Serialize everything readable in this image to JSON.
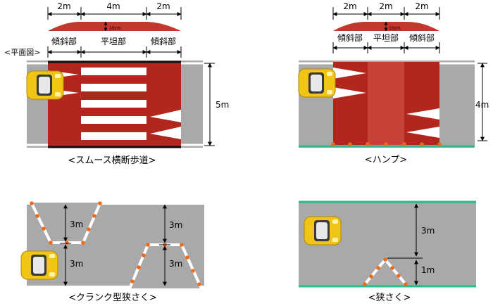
{
  "smooth_crosswalk": {
    "caption": "<スムース横断歩道>",
    "plan_label": "<平面図>",
    "dims_top": [
      "2m",
      "4m",
      "2m"
    ],
    "hump_height": "10cm",
    "sections": [
      "傾斜部",
      "平坦部",
      "傾斜部"
    ],
    "road_width": "5m"
  },
  "hump": {
    "caption": "<ハンプ>",
    "dims_top": [
      "2m",
      "2m",
      "2m"
    ],
    "hump_height": "10cm",
    "sections": [
      "傾斜部",
      "平坦部",
      "傾斜部"
    ],
    "road_width": "4m"
  },
  "crank": {
    "caption": "<クランク型狭さく>",
    "dims": [
      "3m",
      "3m",
      "3m",
      "3m"
    ]
  },
  "narrowing": {
    "caption": "<狭さく>",
    "dims": [
      "3m",
      "1m"
    ]
  },
  "colors": {
    "road": "#a9a9a9",
    "red": "#b3261e",
    "green": "#2dbb8a",
    "orange": "#f06a1a",
    "car": "#f2c416"
  }
}
